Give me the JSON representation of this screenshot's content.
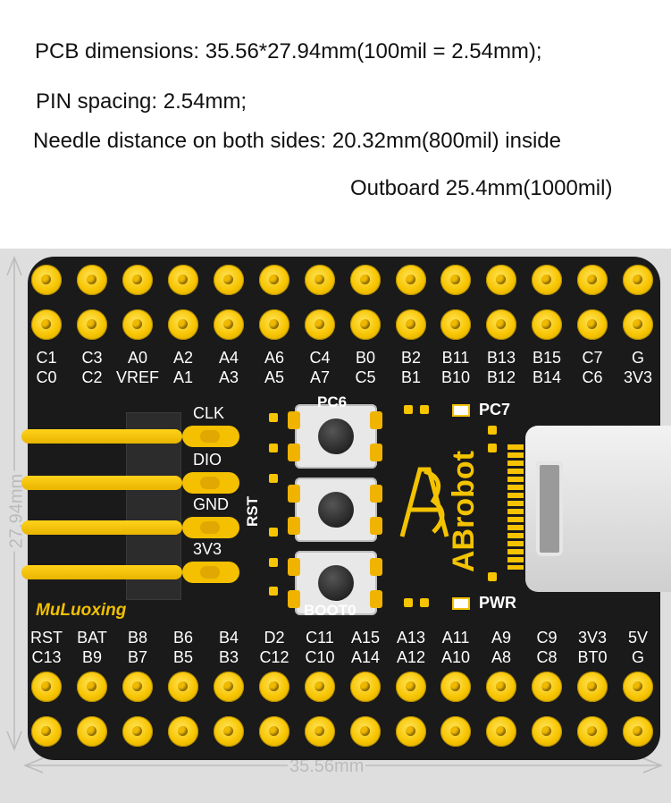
{
  "specs": {
    "line1": "PCB dimensions: 35.56*27.94mm(100mil = 2.54mm);",
    "line2": "PIN spacing: 2.54mm;",
    "line3": "Needle distance on both sides: 20.32mm(800mil) inside",
    "line4": "Outboard 25.4mm(1000mil)"
  },
  "board": {
    "height_label": "27.94mm",
    "width_label": "35.56mm",
    "brand": "MuLuoxing",
    "logo": "ABrobot",
    "colors": {
      "pcb": "#1a1a1a",
      "gold": "#f4c300",
      "text": "#ffffff"
    }
  },
  "top_labels_row1": [
    "C1",
    "C3",
    "A0",
    "A2",
    "A4",
    "A6",
    "C4",
    "B0",
    "B2",
    "B11",
    "B13",
    "B15",
    "C7",
    "G"
  ],
  "top_labels_row2": [
    "C0",
    "C2",
    "VREF",
    "A1",
    "A3",
    "A5",
    "A7",
    "C5",
    "B1",
    "B10",
    "B12",
    "B14",
    "C6",
    "3V3"
  ],
  "bottom_labels_row1": [
    "RST",
    "BAT",
    "B8",
    "B6",
    "B4",
    "D2",
    "C11",
    "A15",
    "A13",
    "A11",
    "A9",
    "C9",
    "3V3",
    "5V"
  ],
  "bottom_labels_row2": [
    "C13",
    "B9",
    "B7",
    "B5",
    "B3",
    "C12",
    "C10",
    "A14",
    "A12",
    "A10",
    "A8",
    "C8",
    "BT0",
    "G"
  ],
  "debug_header": [
    "CLK",
    "DIO",
    "GND",
    "3V3"
  ],
  "silkscreen": {
    "btn_top": "PC6",
    "btn_side": "RST",
    "btn_bottom": "BOOT0",
    "led_top": "PC7",
    "led_bottom": "PWR"
  }
}
